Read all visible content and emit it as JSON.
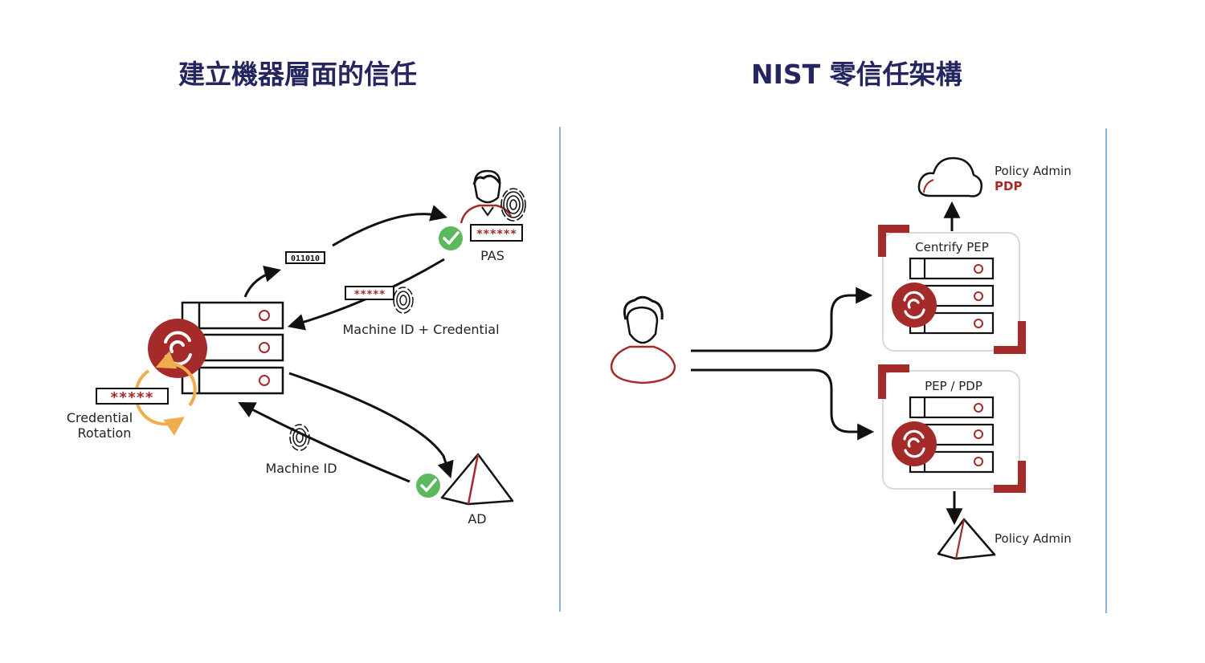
{
  "titles": {
    "left": "建立機器層面的信任",
    "right": "NIST 零信任架構"
  },
  "left_diagram": {
    "binary_badge": "011010",
    "pas_password": "******",
    "pas_label": "PAS",
    "credential_stars": "*****",
    "machine_id_credential_label": "Machine ID + Credential",
    "rotation_stars": "*****",
    "credential_rotation_line1": "Credential",
    "credential_rotation_line2": "Rotation",
    "machine_id_label": "Machine ID",
    "ad_label": "AD"
  },
  "right_diagram": {
    "policy_admin_top": "Policy Admin",
    "pdp_label": "PDP",
    "centrify_pep_label": "Centrify PEP",
    "pep_pdp_label": "PEP / PDP",
    "policy_admin_bottom": "Policy Admin"
  },
  "colors": {
    "title": "#232660",
    "brand_red": "#a52a2a",
    "check_green": "#5cb85c",
    "rotation_orange": "#f0ad4e",
    "divider_blue": "#5b9bd5"
  }
}
